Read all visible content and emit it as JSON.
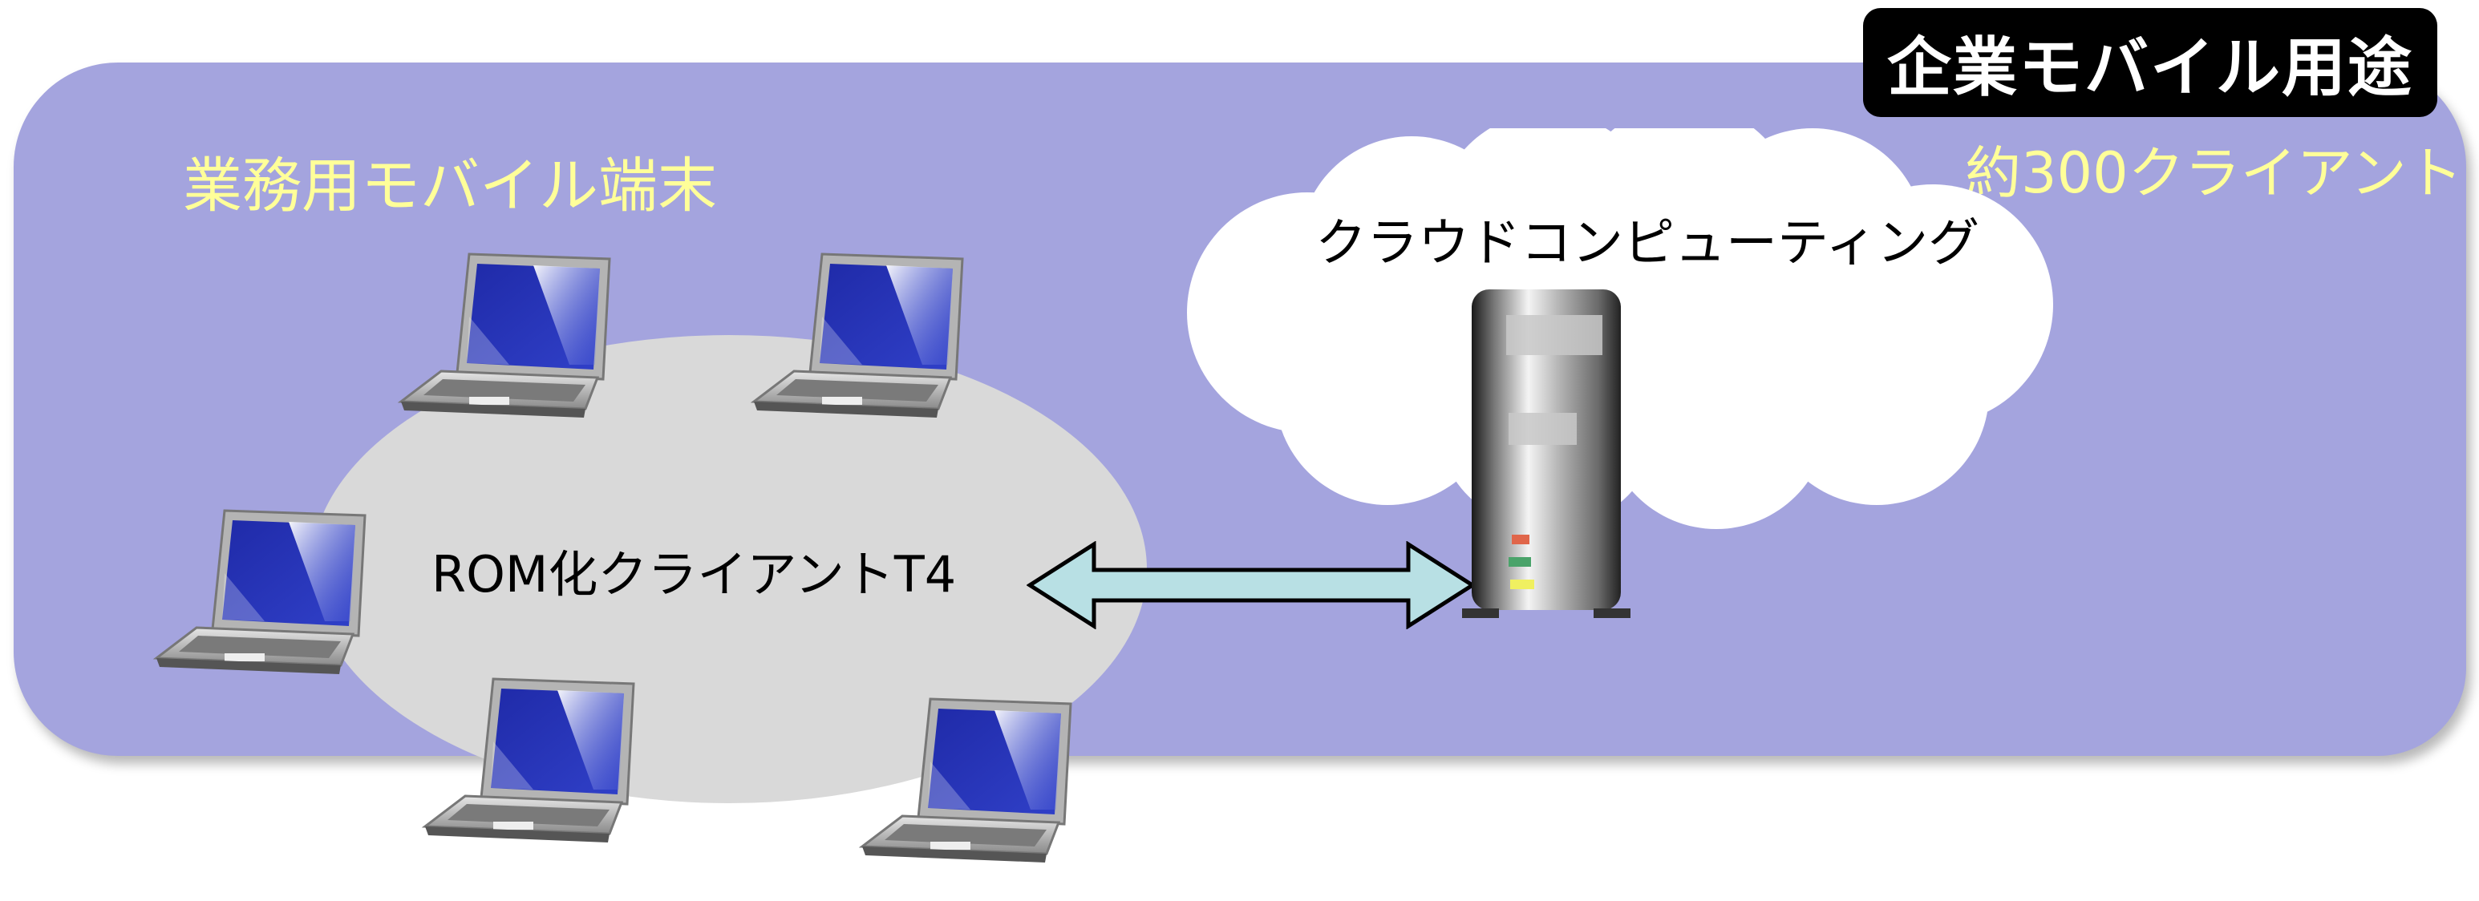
{
  "badge": {
    "title": "企業モバイル用途"
  },
  "labels": {
    "mobile_terminals": "業務用モバイル端末",
    "client_count": "約300クライアント",
    "cloud": "クラウドコンピューティング",
    "rom_client": "ROM化クライアントT4"
  },
  "icons": {
    "laptops": [
      "laptop-icon",
      "laptop-icon",
      "laptop-icon",
      "laptop-icon",
      "laptop-icon",
      "laptop-icon"
    ],
    "server": "server-tower-icon",
    "cloud": "cloud-shape",
    "arrow": "double-arrow-icon"
  },
  "colors": {
    "panel": "#a4a4de",
    "label_yellow": "#ffff99",
    "badge_bg": "#000000",
    "ellipse": "#d9d9d9",
    "arrow_fill": "#b8e0e4",
    "screen_blue": "#2a34b0"
  }
}
